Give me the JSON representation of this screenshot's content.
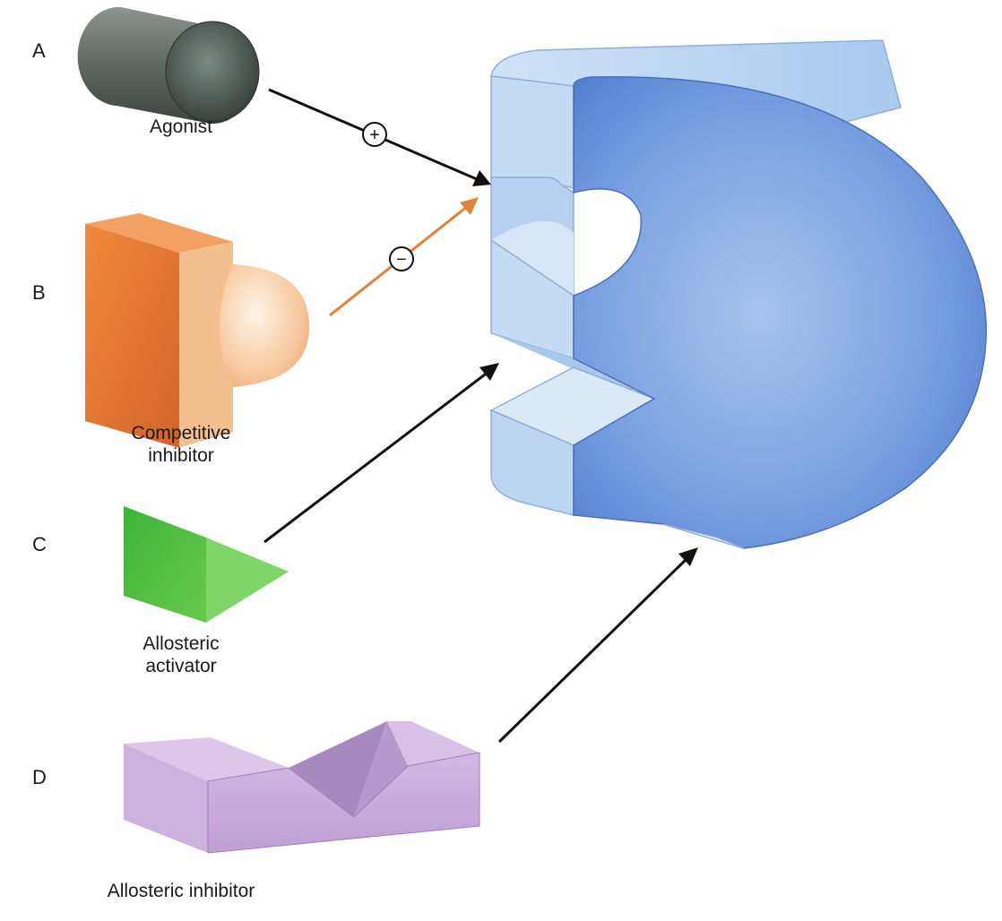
{
  "items": [
    {
      "letter": "A",
      "caption": [
        "Agonist"
      ],
      "color": "#6f7672",
      "arrow_color": "#111111",
      "sign": "+"
    },
    {
      "letter": "B",
      "caption": [
        "Competitive",
        "inhibitor"
      ],
      "color": "#e8823a",
      "arrow_color": "#e2813c",
      "sign": "−"
    },
    {
      "letter": "C",
      "caption": [
        "Allosteric",
        "activator"
      ],
      "color": "#5cc447",
      "arrow_color": "#111111",
      "sign": ""
    },
    {
      "letter": "D",
      "caption": [
        "Allosteric inhibitor"
      ],
      "color": "#c7a8d8",
      "arrow_color": "#111111",
      "sign": ""
    }
  ],
  "receptor": {
    "color": "#7ea4e2"
  }
}
